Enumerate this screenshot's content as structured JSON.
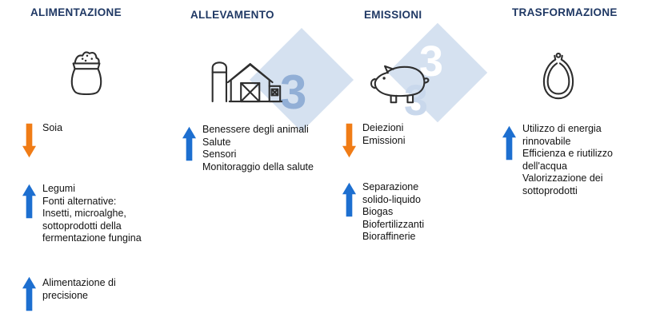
{
  "watermark": {
    "digits": [
      "3",
      "3",
      "3"
    ],
    "diamond_color": "#d5e1f0",
    "digit_colors": [
      "#92afd6",
      "#ffffff",
      "#c9d8ec"
    ]
  },
  "colors": {
    "header_text": "#1f3864",
    "body_text": "#121212",
    "up_arrow": "#1d6fd0",
    "down_arrow": "#f07c16",
    "icon_stroke": "#2e2e2e"
  },
  "columns": [
    {
      "header": "ALIMENTAZIONE",
      "icon": "feed-sack-icon",
      "items": [
        {
          "trend": "down",
          "text": "Soia"
        },
        {
          "trend": "up",
          "text": "Legumi\nFonti alternative:\nInsetti, microalghe,\nsottoprodotti della\nfermentazione fungina"
        },
        {
          "trend": "up",
          "text": "Alimentazione di\nprecisione"
        }
      ]
    },
    {
      "header": "ALLEVAMENTO",
      "icon": "barn-icon",
      "items": [
        {
          "trend": "up",
          "text": "Benessere degli animali\nSalute\nSensori\nMonitoraggio della salute"
        }
      ]
    },
    {
      "header": "EMISSIONI",
      "icon": "pig-icon",
      "items": [
        {
          "trend": "down",
          "text": "Deiezioni\nEmissioni"
        },
        {
          "trend": "up",
          "text": "Separazione\nsolido-liquido\nBiogas\nBiofertilizzanti\nBioraffinerie"
        }
      ]
    },
    {
      "header": "TRASFORMAZIONE",
      "icon": "sausage-icon",
      "items": [
        {
          "trend": "up",
          "text": "Utilizzo di energia\nrinnovabile\nEfficienza e riutilizzo\ndell'acqua\nValorizzazione dei\nsottoprodotti"
        }
      ]
    }
  ]
}
